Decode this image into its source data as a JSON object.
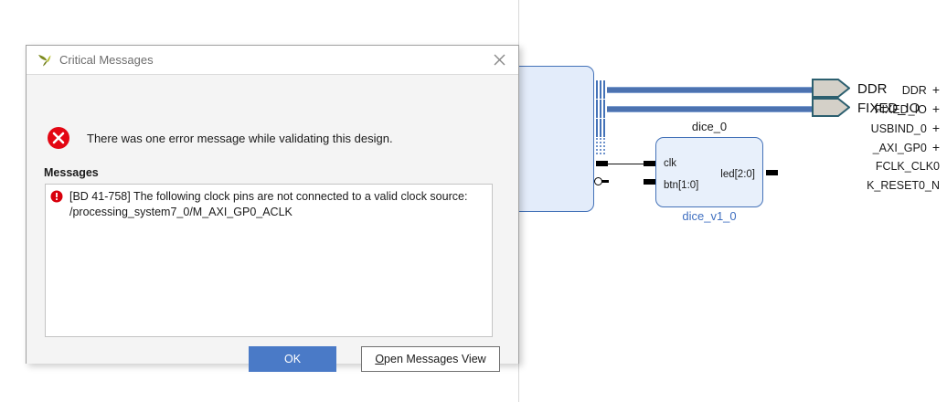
{
  "dialog": {
    "title": "Critical Messages",
    "app_icon": "vivado-leaf-icon",
    "close_icon": "close-icon",
    "error_icon": "error-circle-x-icon",
    "error_summary": "There was one error message while validating this design.",
    "messages_label": "Messages",
    "messages": [
      {
        "icon": "error-exclamation-icon",
        "line1": "[BD 41-758] The following clock pins are not connected to a valid clock source:",
        "line2": "/processing_system7_0/M_AXI_GP0_ACLK"
      }
    ],
    "buttons": {
      "ok": "OK",
      "open_messages_view_mnemonic": "O",
      "open_messages_view_rest": "pen Messages View"
    },
    "colors": {
      "primary_button": "#4a7ac7",
      "error_red": "#e30613",
      "title_text": "#6d6d6d"
    }
  },
  "canvas": {
    "processing_system": {
      "ports": [
        {
          "label": "DDR",
          "plus": "+",
          "kind": "bus",
          "connected": true
        },
        {
          "label": "FIXED_IO",
          "plus": "+",
          "kind": "bus",
          "connected": true
        },
        {
          "label": "USBIND_0",
          "plus": "+",
          "kind": "bus",
          "connected": false
        },
        {
          "label": "_AXI_GP0",
          "plus": "+",
          "kind": "bus-dotted",
          "connected": false
        },
        {
          "label": "FCLK_CLK0",
          "plus": "",
          "kind": "signal",
          "connected": true
        },
        {
          "label": "K_RESET0_N",
          "plus": "",
          "kind": "signal-reset",
          "connected": false
        }
      ]
    },
    "dice_block": {
      "instance_name": "dice_0",
      "ip_name": "dice_v1_0",
      "inputs": [
        "clk",
        "btn[1:0]"
      ],
      "outputs": [
        "led[2:0]"
      ]
    },
    "external_ports": [
      {
        "label": "DDR",
        "icon": "external-interface-port-icon"
      },
      {
        "label": "FIXED_IO",
        "icon": "external-interface-port-icon"
      }
    ],
    "colors": {
      "block_fill": "#e3ecfa",
      "block_border": "#4472b8",
      "bus_wire": "#4c72b0",
      "ip_name_text": "#3f6fc0"
    }
  }
}
